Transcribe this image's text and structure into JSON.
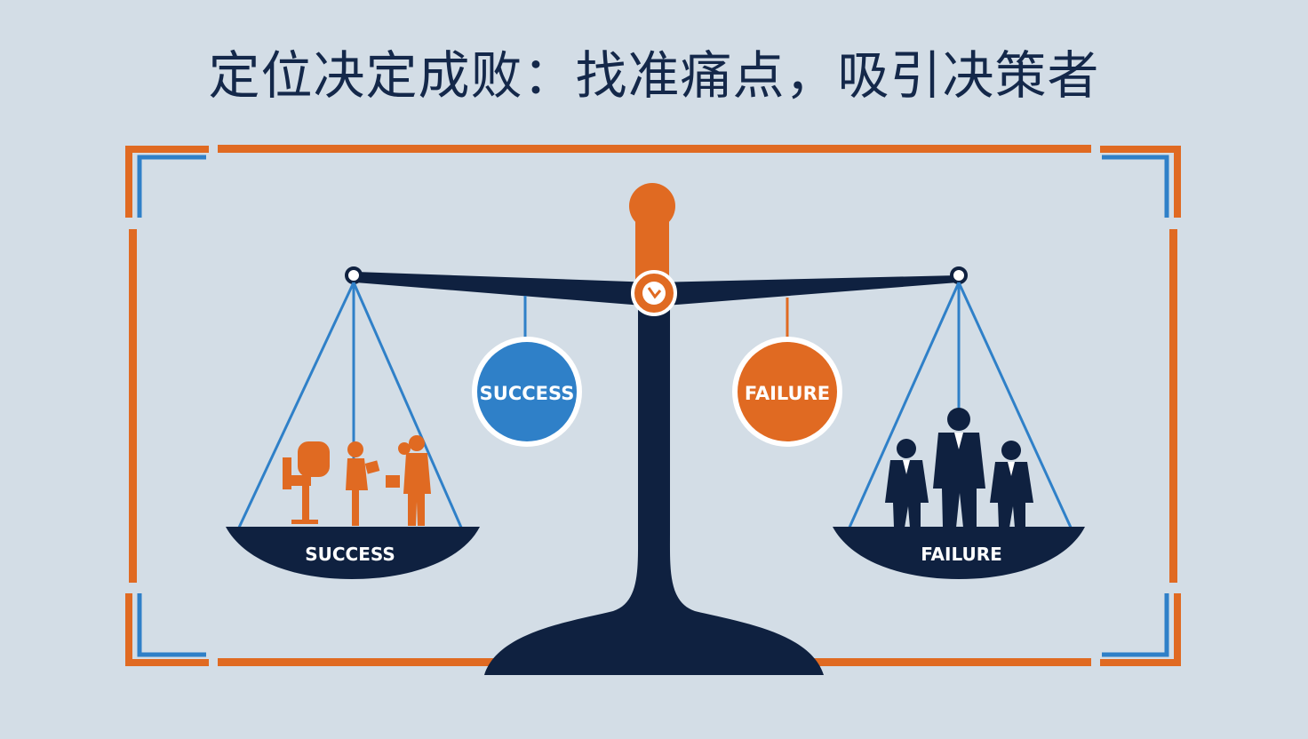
{
  "title": "定位决定成败：找准痛点，吸引决策者",
  "scale": {
    "left_medallion_label": "SUCCESS",
    "right_medallion_label": "FAILURE",
    "left_pan_label": "SUCCESS",
    "right_pan_label": "FAILURE"
  },
  "colors": {
    "background": "#d3dde6",
    "navy": "#0f2140",
    "orange": "#e06a22",
    "blue": "#2f80c8"
  }
}
